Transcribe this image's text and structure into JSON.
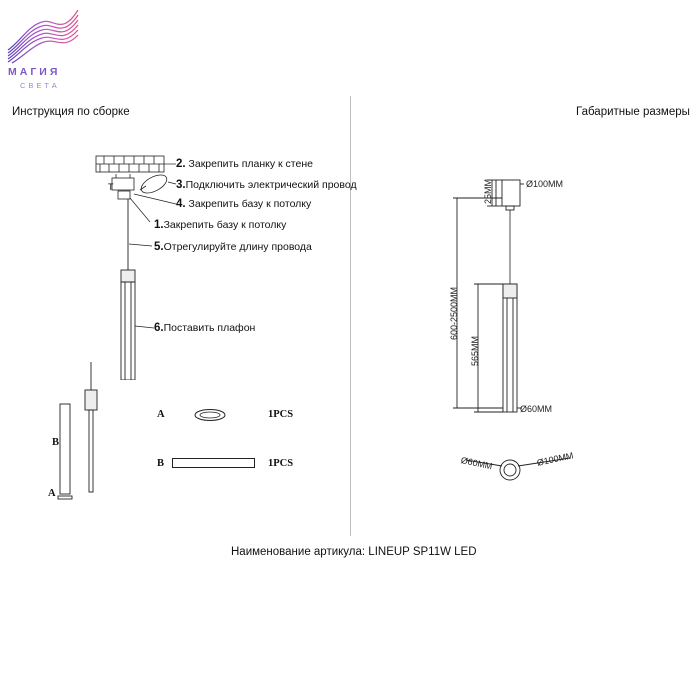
{
  "brand": {
    "name": "МАГИЯ",
    "tagline": "СВЕТА"
  },
  "left": {
    "heading": "Инструкция по сборке",
    "steps": [
      {
        "num": "2.",
        "text": "Закрепить планку к стене"
      },
      {
        "num": "3.",
        "text": "Подключить электрический провод"
      },
      {
        "num": "4.",
        "text": "Закрепить базу к потолку"
      },
      {
        "num": "1.",
        "text": "Закрепить базу к потолку"
      },
      {
        "num": "5.",
        "text": "Отрегулируйте длину провода"
      },
      {
        "num": "6.",
        "text": "Поставить плафон"
      }
    ],
    "small_mark": "T",
    "parts": [
      {
        "letter": "A",
        "qty": "1PCS"
      },
      {
        "letter": "B",
        "qty": "1PCS"
      }
    ],
    "side_labels": {
      "b": "B",
      "a": "A"
    }
  },
  "right": {
    "heading": "Габаритные размеры",
    "dims": {
      "base_height": "25MM",
      "base_diameter": "Ø100MM",
      "cable_length": "600-2500MM",
      "shade_length": "565MM",
      "shade_diameter": "Ø60MM",
      "bottom_small": "Ø60MM",
      "bottom_large": "Ø100MM"
    }
  },
  "footer": {
    "article": "Наименование артикула: LINEUP SP11W LED"
  }
}
